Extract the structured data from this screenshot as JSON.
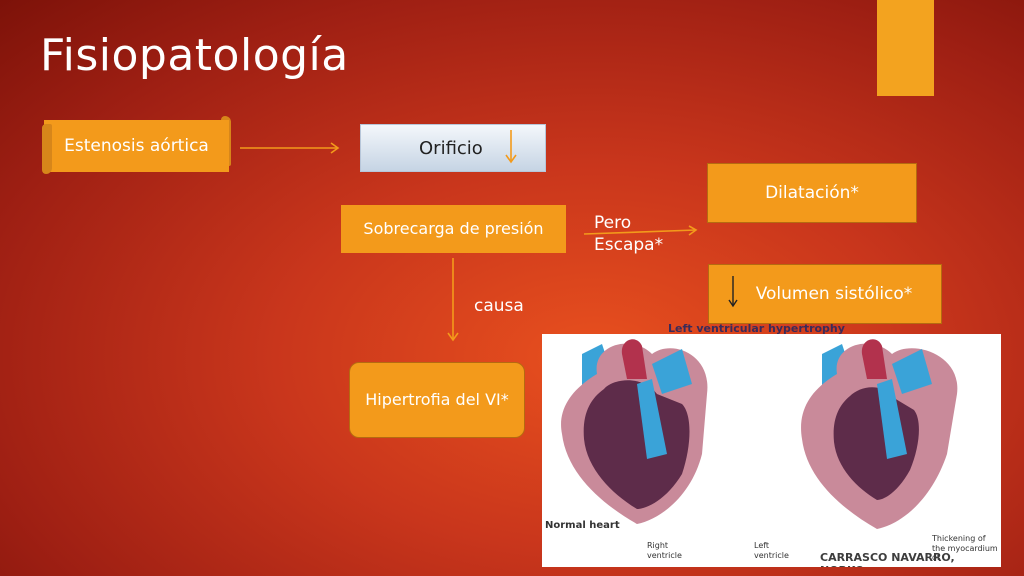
{
  "slide": {
    "title": "Fisiopatología"
  },
  "nodes": {
    "estenosis": "Estenosis aórtica",
    "orificio": "Orificio",
    "sobrecarga": "Sobrecarga de presión",
    "dilatacion": "Dilatación*",
    "volumen": "Volumen sistólico*",
    "hipertrofia": "Hipertrofia del VI*"
  },
  "edge_labels": {
    "pero": "Pero Escapa*",
    "causa": "causa"
  },
  "figure": {
    "heading": "Left ventricular hypertrophy",
    "left_caption": "Normal heart",
    "right_ventricle": "Right ventricle",
    "left_ventricle": "Left ventricle",
    "thickening": "Thickening of the myocardium of",
    "credit": "CARRASCO NAVARRO, NORKO"
  },
  "colors": {
    "box": "#f39a1b",
    "accent": "#f3a31f",
    "arrow": "#f39a1b"
  }
}
